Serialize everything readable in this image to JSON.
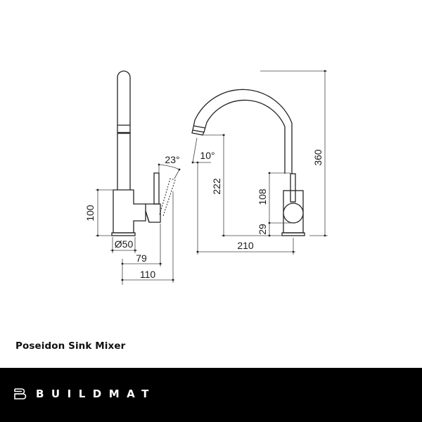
{
  "product": {
    "title": "Poseidon Sink Mixer"
  },
  "brand": {
    "name": "BUILDMAT",
    "logo_icon": "b-logo-icon",
    "footer_color": "#000000",
    "text_color": "#ffffff"
  },
  "side_view": {
    "dimensions": {
      "body_height": "100",
      "base_diameter": "Ø50",
      "handle_reach": "79",
      "handle_swing_reach": "110",
      "handle_angle": "23°"
    }
  },
  "front_view": {
    "dimensions": {
      "spout_angle": "10°",
      "spout_outlet_height": "222",
      "overall_height": "360",
      "spout_reach": "210",
      "body_height": "108",
      "handle_center_height": "29"
    }
  },
  "line_color": "#222222",
  "dim_line_color": "#444444"
}
